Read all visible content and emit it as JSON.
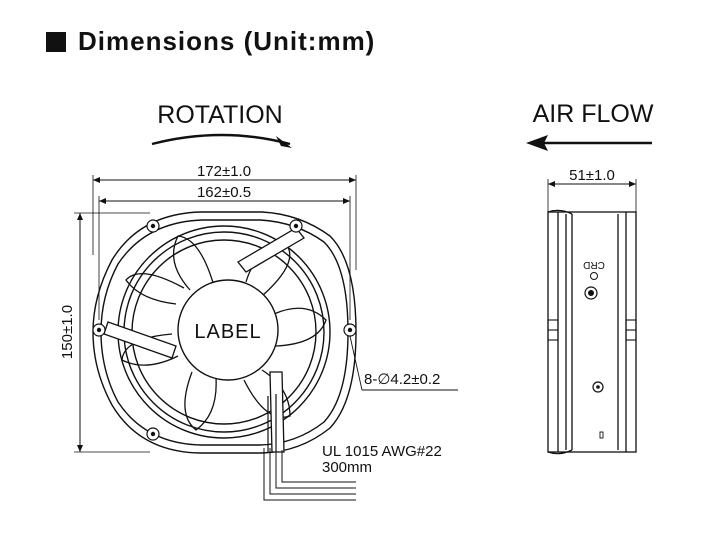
{
  "heading": {
    "title": "Dimensions (Unit:mm)"
  },
  "front_view": {
    "rotation_label": "ROTATION",
    "dim_outer_width": "172±1.0",
    "dim_hole_spacing": "162±0.5",
    "dim_height": "150±1.0",
    "hole_note": "8-∅4.2±0.2",
    "hub_label": "LABEL",
    "wire_spec": "UL 1015 AWG#22",
    "wire_length": "300mm"
  },
  "side_view": {
    "airflow_label": "AIR FLOW",
    "dim_depth": "51±1.0",
    "side_marking": "CRD"
  }
}
